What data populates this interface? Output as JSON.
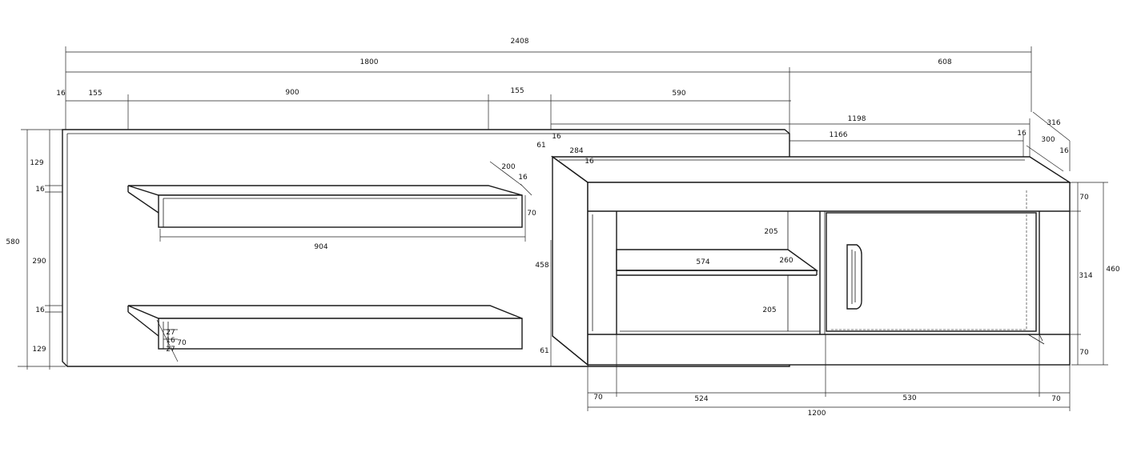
{
  "dimensions": {
    "total_width": "2408",
    "panel_width": "1800",
    "cabinet_overhang": "608",
    "left_panel_thickness": "16",
    "left_margin": "155",
    "shelf_span": "900",
    "right_margin": "155",
    "panel_right_part": "590",
    "cabinet_top_outer": "1198",
    "cabinet_top_inner": "1166",
    "top_side_left": "16",
    "top_side_right": "16",
    "cabinet_depth_outer": "316",
    "cabinet_depth_inner": "300",
    "depth_side": "16",
    "panel_top_offset": "61",
    "panel_top_depth": "284",
    "top_thickness": "16",
    "panel_height": "580",
    "top_gap": "129",
    "upper_shelf_thickness": "16",
    "middle_gap": "290",
    "lower_shelf_thickness": "16",
    "bottom_gap": "129",
    "upper_shelf_depth": "200",
    "upper_shelf_side": "16",
    "upper_shelf_height": "70",
    "upper_shelf_length": "904",
    "lower_shelf_dim_a": "27",
    "lower_shelf_dim_b": "16",
    "lower_shelf_dim_c": "27",
    "lower_shelf_height": "70",
    "compartment_upper": "205",
    "inner_shelf_width": "574",
    "inner_shelf_depth": "260",
    "compartment_lower": "205",
    "cabinet_body_height": "458",
    "cabinet_bottom_offset": "61",
    "top_rail": "70",
    "door_height": "314",
    "cabinet_height": "460",
    "bottom_rail": "70",
    "left_side": "70",
    "open_width": "524",
    "door_width": "530",
    "right_side": "70",
    "cabinet_width": "1200"
  }
}
